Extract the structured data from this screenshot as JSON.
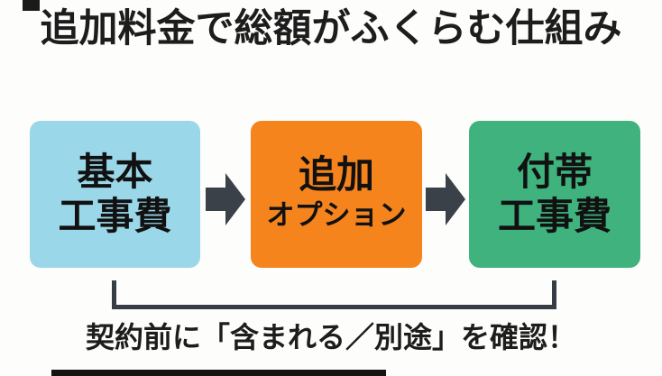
{
  "title": "追加料金で総額がふくらむ仕組み",
  "flow": {
    "boxes": [
      {
        "line1": "基本",
        "line2": "工事費",
        "color": "#9ad7e9"
      },
      {
        "line1": "追加",
        "line2": "オプション",
        "color": "#f5841d"
      },
      {
        "line1": "付帯",
        "line2": "工事費",
        "color": "#3fb27e"
      }
    ],
    "arrow_color": "#3a4149"
  },
  "bracket": {
    "color": "#363d45"
  },
  "footnote": "契約前に「含まれる／別途」を確認！",
  "colors": {
    "text": "#1a1a1a",
    "background": "#fdfdfb"
  }
}
